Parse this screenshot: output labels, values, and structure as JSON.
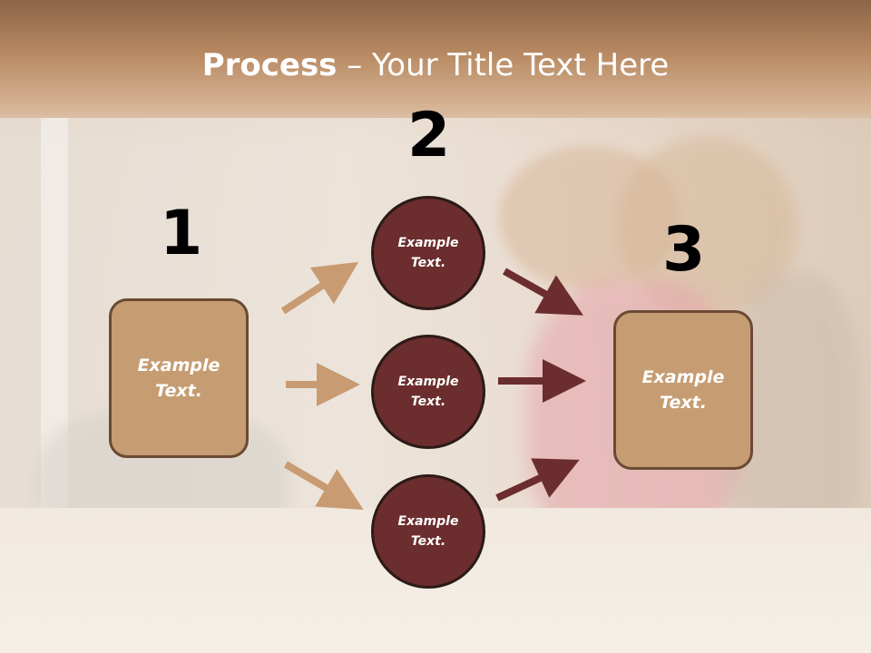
{
  "title": {
    "bold": "Process",
    "rest": " – Your Title Text Here"
  },
  "steps": {
    "one": {
      "number": "1",
      "text": "Example Text."
    },
    "two": {
      "number": "2",
      "items": [
        "Example Text.",
        "Example Text.",
        "Example Text."
      ]
    },
    "three": {
      "number": "3",
      "text": "Example Text."
    }
  },
  "colors": {
    "box_fill": "#c69c72",
    "circle_fill": "#6b2d2d",
    "arrow_left": "#c89b72",
    "arrow_right": "#6b2d2d"
  }
}
